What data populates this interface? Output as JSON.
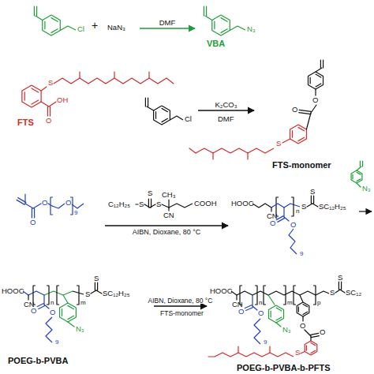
{
  "diagram": {
    "nodes": [
      {
        "text": [
          "Cl"
        ]
      },
      {
        "text": [
          "NaN₃"
        ]
      },
      {
        "text": [
          "N₃",
          "VBA"
        ]
      },
      {
        "text": [
          "S",
          "OH",
          "O",
          "FTS"
        ]
      },
      {
        "text": [
          "Cl"
        ]
      },
      {
        "text": [
          "O",
          "O",
          "S",
          "FTS-monomer"
        ]
      },
      {
        "text": [
          "O",
          "O",
          "O",
          "9"
        ]
      },
      {
        "text": [
          "C₁₂H₂₅",
          "S",
          "S",
          "S",
          "CH₃",
          "CN",
          "COOH"
        ]
      },
      {
        "text": [
          "HOOC",
          "CN",
          "n",
          "S",
          "S",
          "SC₁₂H₂₅",
          "O",
          "O",
          "9"
        ]
      },
      {
        "text": [
          "N₃"
        ]
      },
      {
        "text": [
          "HOOC",
          "CN",
          "n",
          "m",
          "S",
          "S",
          "SC₁₂H₂₅",
          "O",
          "O",
          "9",
          "N₃",
          "POEG-b-PVBA"
        ]
      },
      {
        "text": [
          "HOOC",
          "CN",
          "n",
          "m",
          "p",
          "S",
          "S",
          "SC₁₂",
          "O",
          "O",
          "9",
          "N₃",
          "O",
          "O",
          "S",
          "POEG-b-PVBA-b-PFTS"
        ]
      }
    ],
    "edges": [
      {
        "from": 1,
        "to": 2,
        "label": "DMF",
        "arrow": "to"
      },
      {
        "from": 4,
        "to": 5,
        "label": "K₂CO₃",
        "arrow": "to"
      },
      {
        "from": 6,
        "to": 8,
        "label": "AIBN, Dioxane, 80 °C",
        "arrow": "to"
      },
      {
        "from": 10,
        "to": 11,
        "label": "AIBN, Dioxane, 80 °C",
        "arrow": "to"
      }
    ],
    "labels": [
      "+",
      "DMF",
      "FTS-monomer"
    ]
  }
}
